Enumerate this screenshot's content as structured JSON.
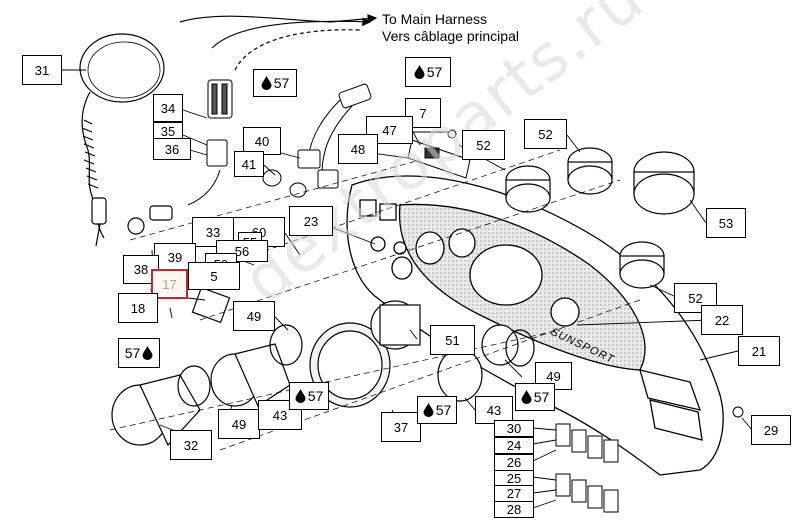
{
  "header": {
    "line1": "To Main Harness",
    "line2": "Vers câblage principal"
  },
  "watermark": "dextroparts.ru",
  "callouts": {
    "c31": "31",
    "c34": "34",
    "c35": "35",
    "c36": "36",
    "c40": "40",
    "c41": "41",
    "c7": "7",
    "c47": "47",
    "c48": "48",
    "c52a": "52",
    "c52b": "52",
    "c52c": "52",
    "c53": "53",
    "c23": "23",
    "c33": "33",
    "c60": "60",
    "c55": "55",
    "c56": "56",
    "c39": "39",
    "c59": "59",
    "c5": "5",
    "c38": "38",
    "c17": "17",
    "c18": "18",
    "c49a": "49",
    "c49b": "49",
    "c49c": "49",
    "c51": "51",
    "c22": "22",
    "c21": "21",
    "c43a": "43",
    "c43b": "43",
    "c37": "37",
    "c32": "32",
    "c29": "29",
    "c30": "30",
    "c24": "24",
    "c26": "26",
    "c25": "25",
    "c27": "27",
    "c28": "28"
  },
  "drops": {
    "d57a": "57",
    "d57b": "57",
    "d57c": "57",
    "d57d": "57",
    "d57e": "57",
    "d57f": "57"
  },
  "panel_logo": "SUNSPORT"
}
